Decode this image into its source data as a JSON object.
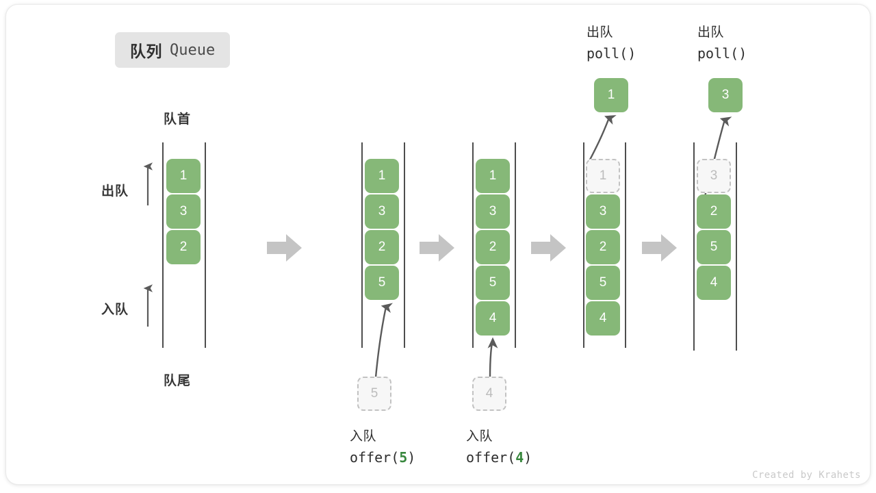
{
  "title": {
    "cn": "队列",
    "en": "Queue"
  },
  "labels": {
    "head": "队首",
    "tail": "队尾",
    "dequeue": "出队",
    "enqueue": "入队"
  },
  "credit": "Created by Krahets",
  "colors": {
    "element": "#86b878",
    "element_text": "#ffffff",
    "ghost_fill": "#f7f7f7",
    "ghost_border": "#c2c2c2",
    "ghost_text": "#bcbcbc",
    "rail": "#4d4d4d",
    "step_arrow": "#c4c4c4",
    "curve_arrow": "#5a5a5a",
    "badge_bg": "#e4e4e4",
    "text": "#2e2e2e",
    "highlight": "#38873d",
    "credit": "#c9c9c9"
  },
  "columns": [
    {
      "id": "initial",
      "caption_cn": "",
      "caption_code": "",
      "items": [
        {
          "value": "1",
          "state": "filled"
        },
        {
          "value": "3",
          "state": "filled"
        },
        {
          "value": "2",
          "state": "filled"
        }
      ],
      "incoming": null,
      "outgoing": null
    },
    {
      "id": "after-offer-5",
      "caption_cn": "入队",
      "caption_code": "offer(5)",
      "caption_arg": "5",
      "items": [
        {
          "value": "1",
          "state": "filled"
        },
        {
          "value": "3",
          "state": "filled"
        },
        {
          "value": "2",
          "state": "filled"
        },
        {
          "value": "5",
          "state": "filled"
        }
      ],
      "incoming": {
        "value": "5",
        "state": "ghost"
      },
      "outgoing": null
    },
    {
      "id": "after-offer-4",
      "caption_cn": "入队",
      "caption_code": "offer(4)",
      "caption_arg": "4",
      "items": [
        {
          "value": "1",
          "state": "filled"
        },
        {
          "value": "3",
          "state": "filled"
        },
        {
          "value": "2",
          "state": "filled"
        },
        {
          "value": "5",
          "state": "filled"
        },
        {
          "value": "4",
          "state": "filled"
        }
      ],
      "incoming": {
        "value": "4",
        "state": "ghost"
      },
      "outgoing": null
    },
    {
      "id": "after-poll-1",
      "caption_cn": "出队",
      "caption_code": "poll()",
      "items": [
        {
          "value": "1",
          "state": "ghost"
        },
        {
          "value": "3",
          "state": "filled"
        },
        {
          "value": "2",
          "state": "filled"
        },
        {
          "value": "5",
          "state": "filled"
        },
        {
          "value": "4",
          "state": "filled"
        }
      ],
      "incoming": null,
      "outgoing": {
        "value": "1",
        "state": "filled"
      }
    },
    {
      "id": "after-poll-3",
      "caption_cn": "出队",
      "caption_code": "poll()",
      "items": [
        {
          "value": "3",
          "state": "ghost"
        },
        {
          "value": "2",
          "state": "filled"
        },
        {
          "value": "5",
          "state": "filled"
        },
        {
          "value": "4",
          "state": "filled"
        }
      ],
      "incoming": null,
      "outgoing": {
        "value": "3",
        "state": "filled"
      }
    }
  ]
}
